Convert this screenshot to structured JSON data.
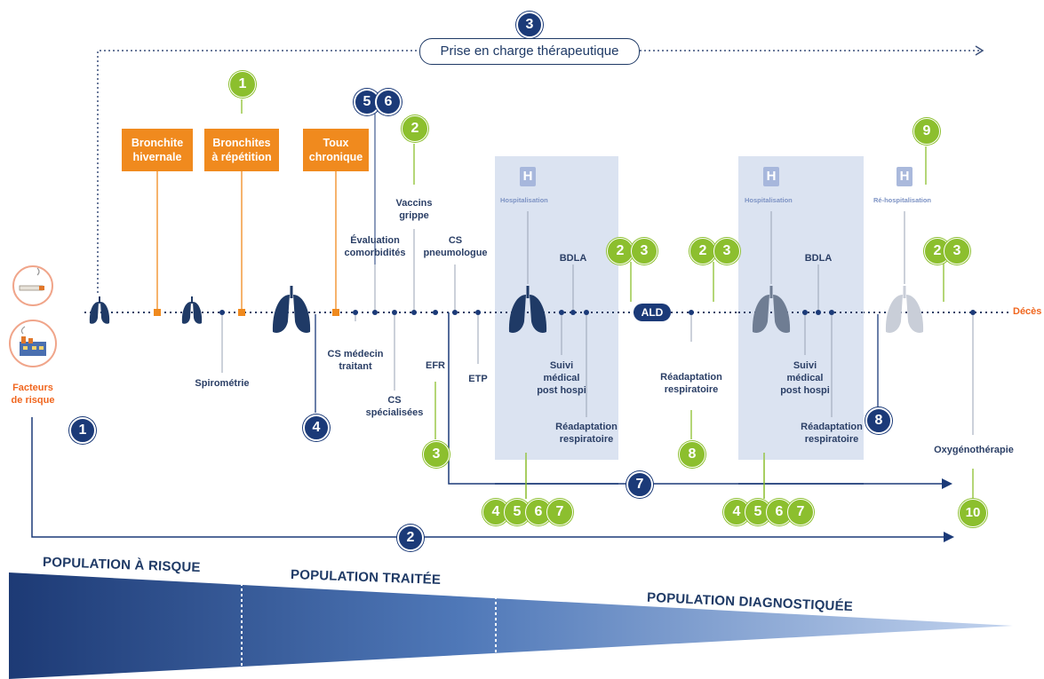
{
  "header": {
    "badge": "3",
    "title": "Prise en charge thérapeutique"
  },
  "risk": {
    "label_line1": "Facteurs",
    "label_line2": "de risque",
    "badge": "1"
  },
  "orange": [
    {
      "l1": "Bronchite",
      "l2": "hivernale"
    },
    {
      "l1": "Bronchites",
      "l2": "à répétition"
    },
    {
      "l1": "Toux",
      "l2": "chronique"
    }
  ],
  "green_badges": {
    "g1": "1",
    "g2": "2",
    "g9": "9",
    "g10": "10",
    "g3": "3",
    "g8": "8",
    "two": "2",
    "three": "3",
    "four": "4",
    "five": "5",
    "six": "6",
    "seven": "7"
  },
  "blue_badges": {
    "b5": "5",
    "b6": "6",
    "b4": "4",
    "b8": "8",
    "b7": "7",
    "b2": "2"
  },
  "labels": {
    "vaccins_1": "Vaccins",
    "vaccins_2": "grippe",
    "eval_1": "Évaluation",
    "eval_2": "comorbidités",
    "cs_pneumo_1": "CS",
    "cs_pneumo_2": "pneumologue",
    "bdla_1": "BDLA",
    "bdla_2": "BDLA",
    "spirometrie": "Spirométrie",
    "cs_medecin_1": "CS médecin",
    "cs_medecin_2": "traitant",
    "cs_spe_1": "CS",
    "cs_spe_2": "spécialisées",
    "efr": "EFR",
    "etp": "ETP",
    "suivi_1": "Suivi",
    "suivi_2": "médical",
    "suivi_3": "post hospi",
    "readapt_1": "Réadaptation",
    "readapt_2": "respiratoire",
    "oxygeno": "Oxygénothérapie",
    "ald": "ALD",
    "deces": "Décès"
  },
  "hospital": {
    "icon": "H",
    "label1": "Hospitalisation",
    "label2": "Hospitalisation",
    "label3": "Ré-hospitalisation"
  },
  "population": {
    "risque": "POPULATION À RISQUE",
    "traitee": "POPULATION TRAITÉE",
    "diagnostiquee": "POPULATION DIAGNOSTIQUÉE"
  },
  "colors": {
    "navy": "#1b3a78",
    "orange": "#f08a1e",
    "green": "#8cbf2e",
    "hospital_bg": "#dbe3f1"
  }
}
